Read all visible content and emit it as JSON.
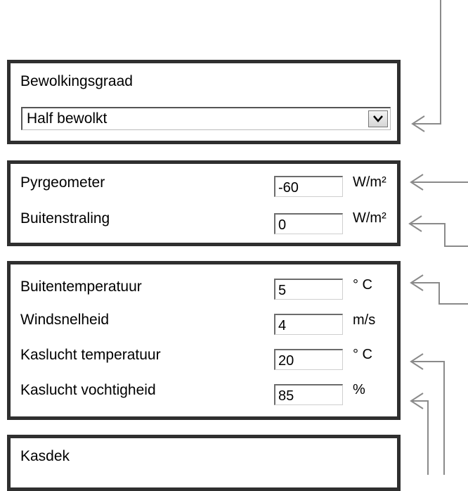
{
  "cloud_panel": {
    "title": "Bewolkingsgraad",
    "select_value": "Half bewolkt",
    "dropdown_icon": "chevron-down-icon"
  },
  "radiation_panel": {
    "rows": [
      {
        "label": "Pyrgeometer",
        "value": "-60",
        "unit": "W/m²"
      },
      {
        "label": "Buitenstraling",
        "value": "0",
        "unit": "W/m²"
      }
    ]
  },
  "climate_panel": {
    "rows": [
      {
        "label": "Buitentemperatuur",
        "value": "5",
        "unit": "° C"
      },
      {
        "label": "Windsnelheid",
        "value": "4",
        "unit": "m/s"
      },
      {
        "label": "Kaslucht temperatuur",
        "value": "20",
        "unit": "° C"
      },
      {
        "label": "Kaslucht vochtigheid",
        "value": "85",
        "unit": "%"
      }
    ]
  },
  "kasdek_panel": {
    "title": "Kasdek"
  },
  "annotation_arrow_color": "#8a8a8a"
}
